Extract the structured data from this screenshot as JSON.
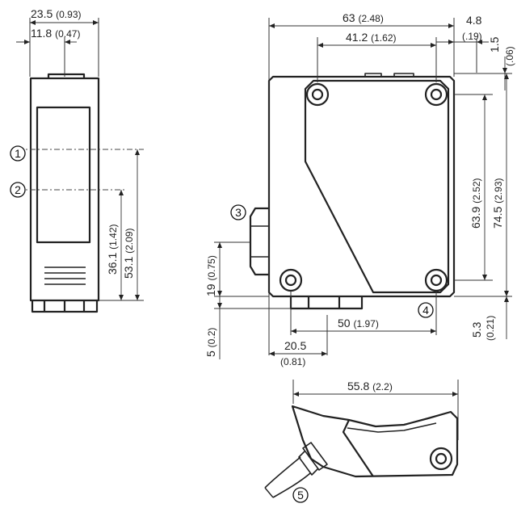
{
  "front_view": {
    "width_total": {
      "value": "23.5",
      "inch": "(0.93)"
    },
    "width_half": {
      "value": "11.8",
      "inch": "(0.47)"
    },
    "axis_1_height": {
      "value": "53.1",
      "inch": "(2.09)"
    },
    "axis_2_height": {
      "value": "36.1",
      "inch": "(1.42)"
    },
    "marker_1": "1",
    "marker_2": "2"
  },
  "side_view": {
    "length_total": {
      "value": "63",
      "inch": "(2.48)"
    },
    "hole_spacing_h": {
      "value": "41.2",
      "inch": "(1.62)"
    },
    "offset_right": {
      "value": "4.8",
      "inch": "(.19)"
    },
    "offset_top": {
      "value": "1.5",
      "inch": "(.06)"
    },
    "hole_spacing_v": {
      "value": "63.9",
      "inch": "(2.52)"
    },
    "height_total": {
      "value": "74.5",
      "inch": "(2.93)"
    },
    "connector_height": {
      "value": "19",
      "inch": "(0.75)"
    },
    "bottom_offset": {
      "value": "5",
      "inch": "(0.2)"
    },
    "hole_to_edge_h": {
      "value": "50",
      "inch": "(1.97)"
    },
    "connector_offset": {
      "value": "20.5",
      "inch": "(0.81)"
    },
    "bottom_right_offset": {
      "value": "5.3",
      "inch": "(0.21)"
    },
    "marker_3": "3",
    "marker_4": "4"
  },
  "bracket_view": {
    "length": {
      "value": "55.8",
      "inch": "(2.2)"
    },
    "marker_5": "5"
  }
}
